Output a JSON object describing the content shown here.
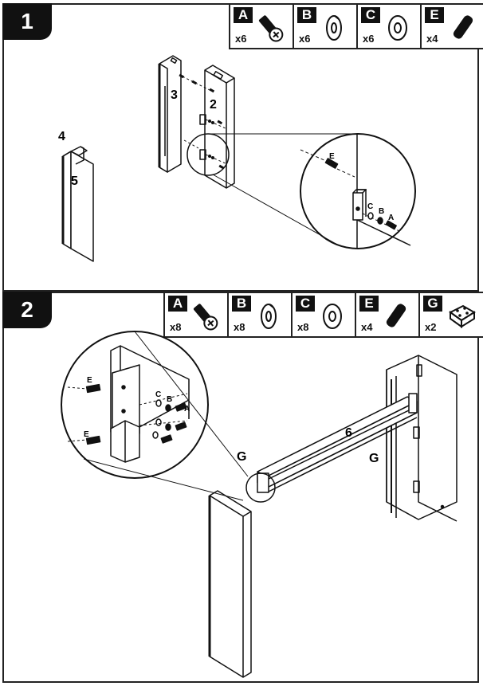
{
  "step1": {
    "number": "1",
    "parts": [
      {
        "letter": "A",
        "qty": "x6",
        "icon": "screw-icon"
      },
      {
        "letter": "B",
        "qty": "x6",
        "icon": "lock-washer-icon"
      },
      {
        "letter": "C",
        "qty": "x6",
        "icon": "flat-washer-icon"
      },
      {
        "letter": "E",
        "qty": "x4",
        "icon": "dowel-icon"
      }
    ],
    "labels": {
      "panel_2": "2",
      "panel_3": "3",
      "panel_4": "4",
      "panel_5": "5",
      "zoom_E": "E",
      "zoom_C": "C",
      "zoom_B": "B",
      "zoom_A": "A"
    }
  },
  "step2": {
    "number": "2",
    "parts": [
      {
        "letter": "A",
        "qty": "x8",
        "icon": "screw-icon"
      },
      {
        "letter": "B",
        "qty": "x8",
        "icon": "lock-washer-icon"
      },
      {
        "letter": "C",
        "qty": "x8",
        "icon": "flat-washer-icon"
      },
      {
        "letter": "E",
        "qty": "x4",
        "icon": "dowel-icon"
      },
      {
        "letter": "G",
        "qty": "x2",
        "icon": "bracket-plate-icon"
      }
    ],
    "labels": {
      "zoom_E_top": "E",
      "zoom_E_bottom": "E",
      "zoom_C": "C",
      "zoom_B": "B",
      "zoom_A": "A",
      "beam_6": "6",
      "bracket_G_left": "G",
      "bracket_G_right": "G"
    }
  }
}
